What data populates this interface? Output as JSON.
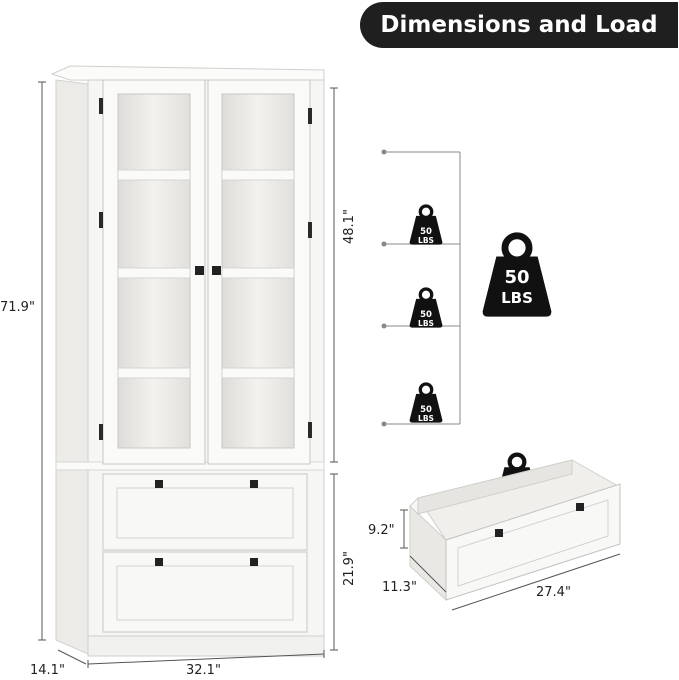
{
  "header": {
    "title": "Dimensions and Load"
  },
  "dimensions": {
    "total_height": "71.9\"",
    "upper_height": "48.1\"",
    "lower_height": "21.9\"",
    "depth": "14.1\"",
    "width": "32.1\""
  },
  "drawer": {
    "height": "9.2\"",
    "depth": "11.3\"",
    "width": "27.4\""
  },
  "load": {
    "value": "50",
    "unit": "LBS"
  },
  "colors": {
    "banner": "#1f1f1f",
    "cabinet": "#f4f4f2",
    "weight_icon": "#111111"
  }
}
